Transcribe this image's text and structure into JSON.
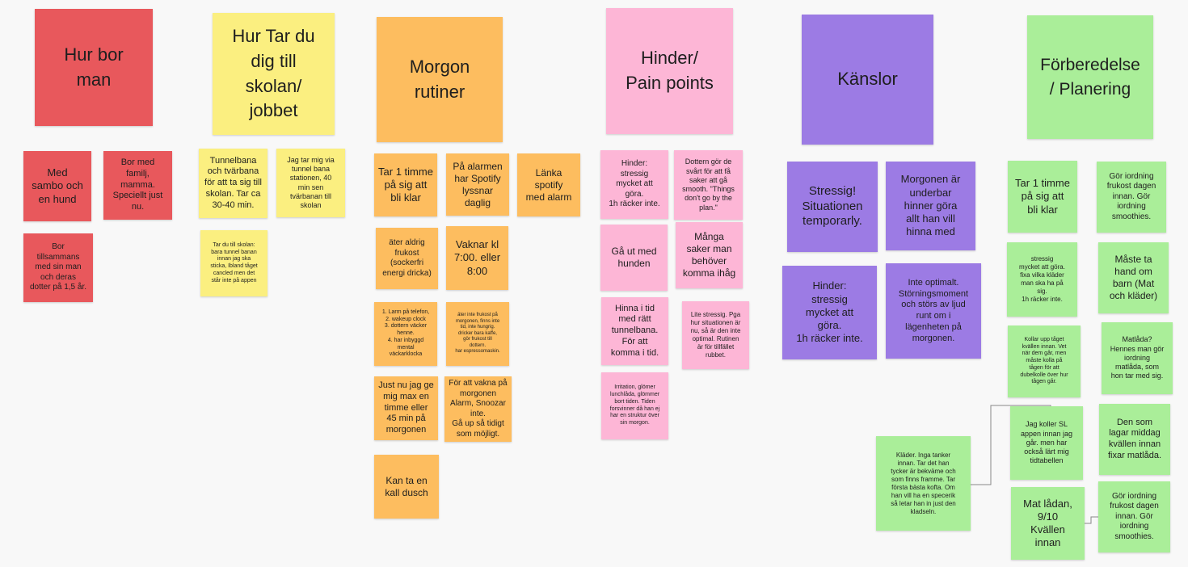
{
  "headers": {
    "hur_bor": "Hur bor\nman",
    "hur_tar": "Hur Tar du\ndig till\nskolan/\njobbet",
    "morgon": "Morgon\nrutiner",
    "hinder": "Hinder/\nPain points",
    "kanslor": "Känslor",
    "forberedelse": "Förberedelse\n/ Planering"
  },
  "notes": {
    "bor_1": "Med\nsambo och\nen hund",
    "bor_2": "Bor med\nfamilj,\nmamma.\nSpeciellt just\nnu.",
    "bor_3": "Bor\ntillsammans\nmed sin man\noch deras\ndotter på 1,5 år.",
    "tar_1": "Tunnelbana\noch tvärbana\nför att ta sig till\nskolan. Tar ca\n30-40 min.",
    "tar_2": "Jag tar mig via\ntunnel bana\nstationen, 40\nmin sen\ntvärbanan till\nskolan",
    "tar_3": "Tar du till skolan:\nbara tunnel banan\ninnan jag ska\nsticka, Ibland tåget\ncancled men det\nstår inte på appen",
    "mr_1": "Tar 1 timme\npå sig att\nbli klar",
    "mr_2": "På alarmen\nhar Spotify\nlyssnar\ndaglig",
    "mr_3": "Länka\nspotify\nmed alarm",
    "mr_4": "äter aldrig\nfrukost\n(sockerfri\nenergi dricka)",
    "mr_5": "Vaknar kl\n7:00. eller\n8:00",
    "mr_6": "1. Larm på telefon,\n2. wakeup clock\n3. dottern väcker\nhenne.\n4. har inbyggd\nmental\nväckarklocka",
    "mr_7": "äter inte frukost på\nmorgonen, finns inte\ntid, inte hungrig.\ndricker bara kaffe,\ngör frukost till\ndottern.\nhar espressomaskin.",
    "mr_8": "Just nu jag ge\nmig max en\ntimme eller\n45 min på\nmorgonen",
    "mr_9": "För att vakna på\nmorgonen\nAlarm, Snoozar\ninte.\nGå up så tidigt\nsom möjligt.",
    "mr_10": "Kan ta en\nkall dusch",
    "hi_1": "Hinder:\nstressig\nmycket att\ngöra.\n1h räcker inte.",
    "hi_2": "Dottern gör de\nsvårt för att få\nsaker att gå\nsmooth.  \"Things\ndon't go by the\nplan.\"",
    "hi_3": "Gå ut med\nhunden",
    "hi_4": "Många\nsaker man\nbehöver\nkomma ihåg",
    "hi_5": "Hinna i tid\nmed rätt\ntunnelbana.\nFör att\nkomma i tid.",
    "hi_6": "Lite stressig. Pga\nhur situationen är\nnu, så är den inte\noptimal. Rutinen\när för tillfället\nrubbet.",
    "hi_7": "Irritation, glömer\nlunchlåda, glömmer\nbort tiden. Tiden\nforsvinner då han ej\nhar en struktur över\nsin morgon.",
    "ka_1": "Stressig!\nSituationen\ntemporarly.",
    "ka_2": "Morgonen är\nunderbar\nhinner göra\nallt han vill\nhinna med",
    "ka_3": "Hinder:\nstressig\nmycket att\ngöra.\n1h räcker inte.",
    "ka_4": "Inte optimalt.\nStörningsmoment\noch störs av ljud\nrunt om i\nlägenheten på\nmorgonen.",
    "fo_1": "Tar 1 timme\npå sig att\nbli klar",
    "fo_2": "Gör iordning\nfrukost dagen\ninnan. Gör\niordning\nsmoothies.",
    "fo_3": "stressig\nmycket att göra.\nfixa vilka kläder\nman ska ha på\nsig.\n1h räcker inte.",
    "fo_4": "Måste ta\nhand om\nbarn (Mat\noch kläder)",
    "fo_5": "Kollar upp tåget\nkvällen innan. Vet\nnär dem går, men\nmåste kolla på\ntågen för att\ndubelkolle över hur\ntågen går.",
    "fo_6": "Matlåda?\nHennes man gör\niordning\nmatlåda, som\nhon tar med sig.",
    "fo_7": "Kläder. Inga tanker\ninnan. Tar det han\ntycker är bekväme och\nsom finns framme. Tar\nförsta bästa kofta. Om\nhan vill ha en specerik\nså letar han in just den\nkladseln.",
    "fo_8": "Jag koller SL\nappen innan jag\ngår. men har\nockså lärt mig\ntidtabellen",
    "fo_9": "Den som\nlagar middag\nkvällen innan\nfixar matlåda.",
    "fo_10": "Mat lådan,\n9/10\nKvällen\ninnan",
    "fo_11": "Gör iordning\nfrukost dagen\ninnan. Gör\niordning\nsmoothies."
  },
  "colors": {
    "red": "#e8585c",
    "yellow": "#fbef80",
    "orange": "#fdbd5f",
    "pink": "#fdb6d6",
    "purple": "#9c7be4",
    "green": "#aaee99",
    "connector": "#888888"
  }
}
